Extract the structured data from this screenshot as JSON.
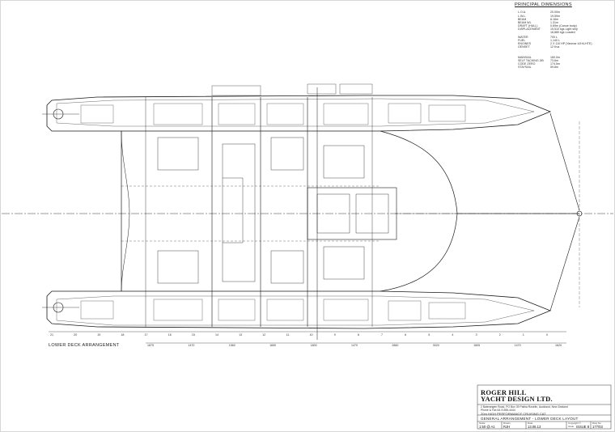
{
  "principal_dimensions": {
    "title": "PRINCIPAL DIMENSIONS",
    "rows": [
      {
        "k": "L.O.A.",
        "v": "20.00m"
      },
      {
        "k": "L.W.L.",
        "v": "19.59m"
      },
      {
        "k": "BEAM",
        "v": "8.16m"
      },
      {
        "k": "BEAM WL",
        "v": "1.31m"
      },
      {
        "k": "DRAFT (HULL)",
        "v": "0.69m (Canoe body)"
      },
      {
        "k": "DISPLACEMENT",
        "v": "15,510 kgs  Light ship"
      },
      {
        "k": "",
        "v": "16,880 kgs  Loaded"
      },
      {
        "k": "WATER",
        "v": "700 L"
      },
      {
        "k": "FUEL",
        "v": "1,140 L"
      },
      {
        "k": "ENGINES",
        "v": "2 X 110 HP  (Yanmar 4JH4-HTE)"
      },
      {
        "k": "GENSET",
        "v": "12 Kva"
      },
      {
        "k": "MAINSAIL",
        "v": "160.0m"
      },
      {
        "k": "SELF TACKING JIB",
        "v": "73.6m"
      },
      {
        "k": "CODE ZERO",
        "v": "174.5m"
      },
      {
        "k": "STAYSAIL",
        "v": "59.8m"
      }
    ]
  },
  "drawing": {
    "arrangement_label": "LOWER DECK ARRANGEMENT",
    "stations": [
      "0",
      "1",
      "2",
      "3",
      "4",
      "5",
      "6",
      "7",
      "8",
      "9",
      "10",
      "11",
      "12",
      "13",
      "14",
      "15",
      "16",
      "17",
      "18",
      "19",
      "20",
      "21"
    ],
    "dims": [
      "1875",
      "1470",
      "1560",
      "1650",
      "1800",
      "1470",
      "2860",
      "3020",
      "1605",
      "1470",
      "1620"
    ]
  },
  "title_block": {
    "firm_line1": "ROGER HILL",
    "firm_line2": "YACHT DESIGN LTD.",
    "address1": "2 Balerangen Road, PO Box 39 Paihia Roselin, Auckland, New Zealand",
    "address2": "Phone & Fax 64-9-555-4444",
    "project": "20m HIGH PERFORMANCE CRUISING CAT",
    "sheet_title": "GENERAL ARRANGEMENT - LOWER DECK LAYOUT",
    "captions": {
      "scale": "Scale",
      "drawn": "Drawn",
      "date": "Date",
      "copyright": "Copyright ©",
      "issue": "Issue",
      "drawing_no": "Dwg No"
    },
    "values": {
      "scale": "1:50 @ A1",
      "drawn": "RJH",
      "date": "13.06.13",
      "issue": "ISSUE 8",
      "drawing_no": "177/03"
    }
  },
  "colors": {
    "line": "#1a1a1a",
    "fine": "#444444",
    "paper": "#ffffff"
  }
}
